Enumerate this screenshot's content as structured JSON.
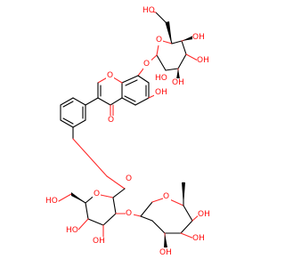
{
  "colors": {
    "oxygen": "#ff0d0d",
    "carbon": "#000000",
    "background": "#ffffff"
  },
  "labels": {
    "ho": "HO",
    "oh": "OH",
    "o": "O"
  }
}
